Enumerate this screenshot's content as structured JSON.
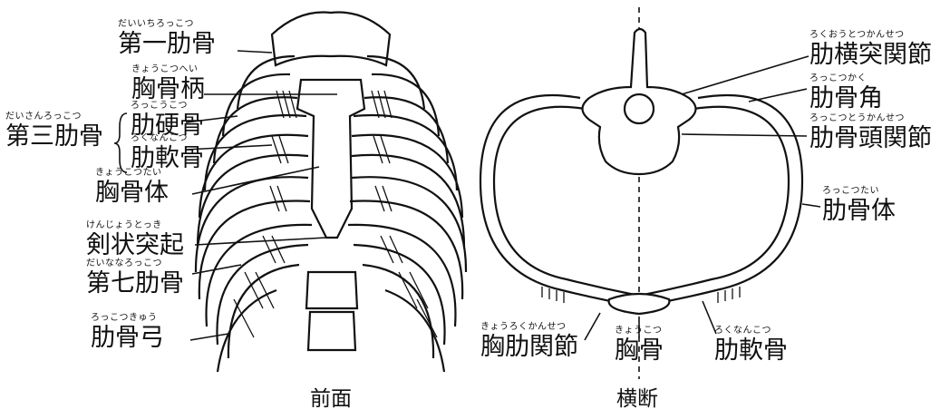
{
  "front_view": {
    "caption": "前面",
    "labels": {
      "first_rib": {
        "ruby": "だいいちろっこつ",
        "text": "第一肋骨"
      },
      "manubrium": {
        "ruby": "きょうこつへい",
        "text": "胸骨柄"
      },
      "third_rib": {
        "ruby": "だいさんろっこつ",
        "text": "第三肋骨"
      },
      "rib_bone": {
        "ruby": "ろっこうこつ",
        "text": "肋硬骨"
      },
      "rib_cartilage": {
        "ruby": "ろくなんこつ",
        "text": "肋軟骨"
      },
      "sternum_body": {
        "ruby": "きょうこつたい",
        "text": "胸骨体"
      },
      "xiphoid": {
        "ruby": "けんじょうとっき",
        "text": "剣状突起"
      },
      "seventh_rib": {
        "ruby": "だいななろっこつ",
        "text": "第七肋骨"
      },
      "costal_arch": {
        "ruby": "ろっこつきゅう",
        "text": "肋骨弓"
      }
    }
  },
  "cross_section": {
    "caption": "横断",
    "labels": {
      "costotransverse": {
        "ruby": "ろくおうとつかんせつ",
        "text": "肋横突関節"
      },
      "rib_angle": {
        "ruby": "ろっこつかく",
        "text": "肋骨角"
      },
      "costovertebral": {
        "ruby": "ろっこつとうかんせつ",
        "text": "肋骨頭関節"
      },
      "rib_body": {
        "ruby": "ろっこつたい",
        "text": "肋骨体"
      },
      "sternocostal": {
        "ruby": "きょうろくかんせつ",
        "text": "胸肋関節"
      },
      "sternum": {
        "ruby": "きょうこつ",
        "text": "胸骨"
      },
      "costal_cartilage": {
        "ruby": "ろくなんこつ",
        "text": "肋軟骨"
      }
    }
  }
}
